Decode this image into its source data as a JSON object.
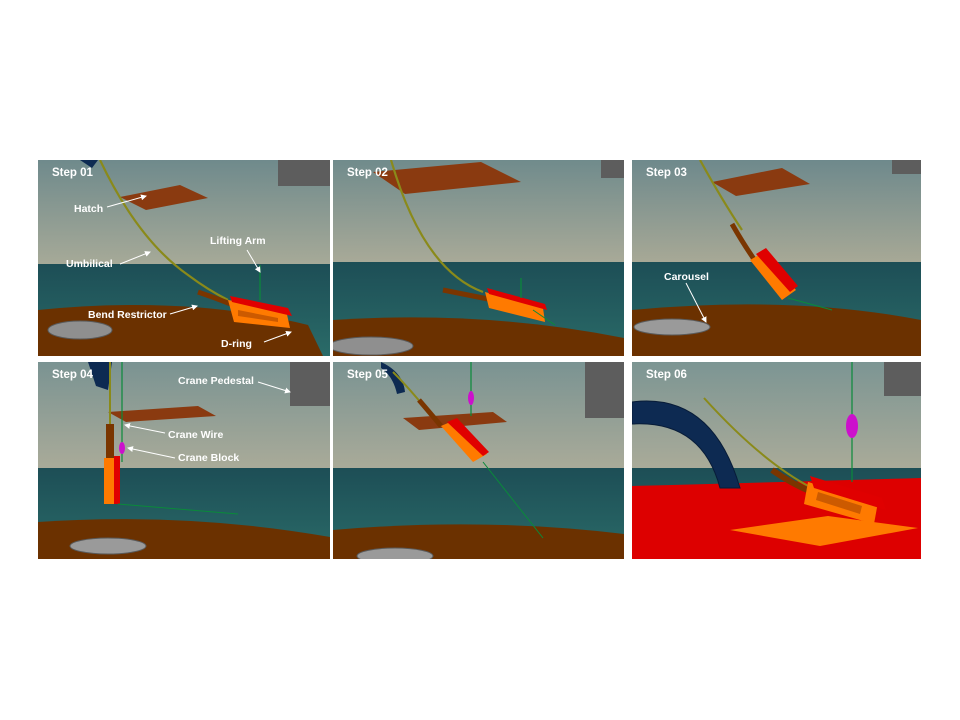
{
  "panels": [
    {
      "step": "Step 01"
    },
    {
      "step": "Step 02"
    },
    {
      "step": "Step 03"
    },
    {
      "step": "Step 04"
    },
    {
      "step": "Step 05"
    },
    {
      "step": "Step 06"
    }
  ],
  "callouts": {
    "hatch": "Hatch",
    "umbilical": "Umbilical",
    "lifting_arm": "Lifting Arm",
    "bend_restrictor": "Bend Restrictor",
    "d_ring": "D-ring",
    "carousel": "Carousel",
    "crane_pedestal": "Crane Pedestal",
    "crane_wire": "Crane Wire",
    "crane_block": "Crane Block"
  },
  "colors": {
    "sky": "#8c9c98",
    "sea": "#1f5a5a",
    "deck": "#6b3100",
    "hatch": "#8a3a10",
    "d_ring": "#ff7a00",
    "d_ring_frame": "#e00000",
    "umbilical": "#8a8a1a",
    "crane_wire": "#0a8a3a",
    "crane_block": "#cc10cc",
    "red_deck": "#dd0000",
    "carousel_arch": "#0d2a52"
  }
}
